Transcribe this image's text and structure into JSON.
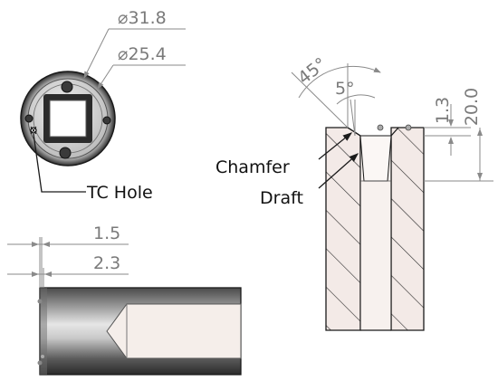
{
  "labels": {
    "diameter_outer": "⌀31.8",
    "diameter_inner": "⌀25.4",
    "tc_hole": "TC Hole",
    "angle_45": "45°",
    "angle_5": "5°",
    "dim_1_3": "1.3",
    "dim_20_0": "20.0",
    "chamfer": "Chamfer",
    "draft": "Draft",
    "dim_1_5": "1.5",
    "dim_2_3": "2.3"
  },
  "colors": {
    "dimension_line": "#8a8a8a",
    "section_fill": "#f3eae7",
    "hatch": "#2a2a2a",
    "cylinder_dark": "#3a3a3a",
    "cylinder_light": "#d8d8d8",
    "bore_fill": "#f5eeea"
  }
}
